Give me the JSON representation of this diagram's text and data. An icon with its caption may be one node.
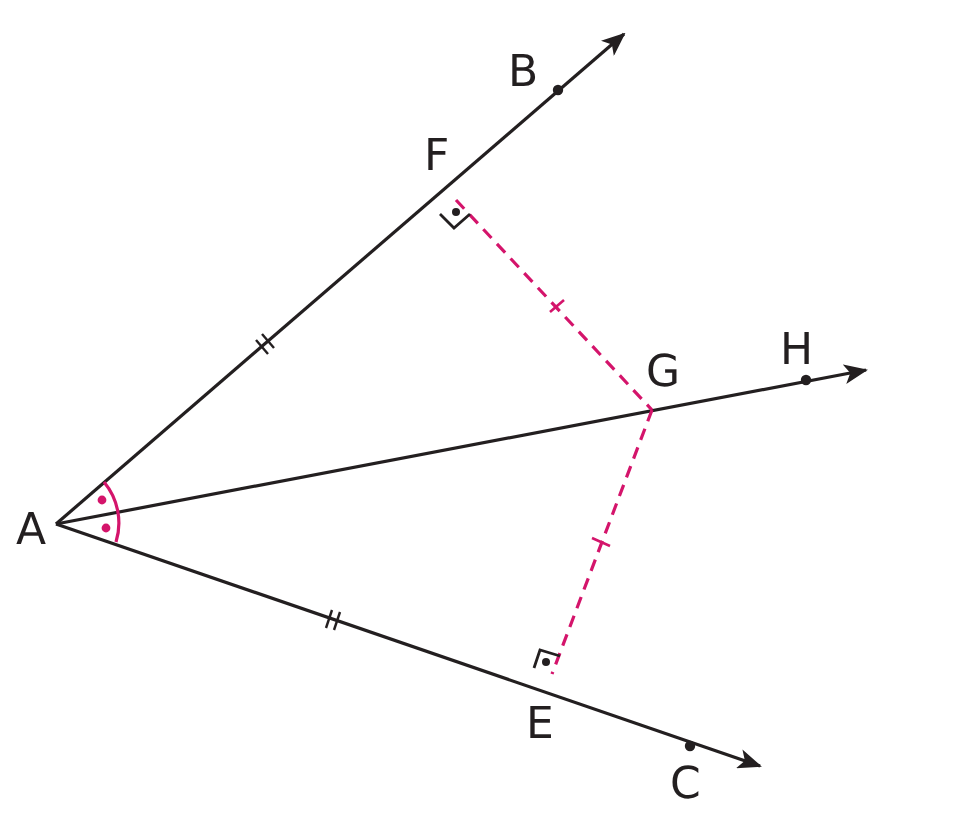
{
  "diagram": {
    "labels": [
      "B",
      "F",
      "G",
      "H",
      "A",
      "E",
      "C"
    ]
  }
}
